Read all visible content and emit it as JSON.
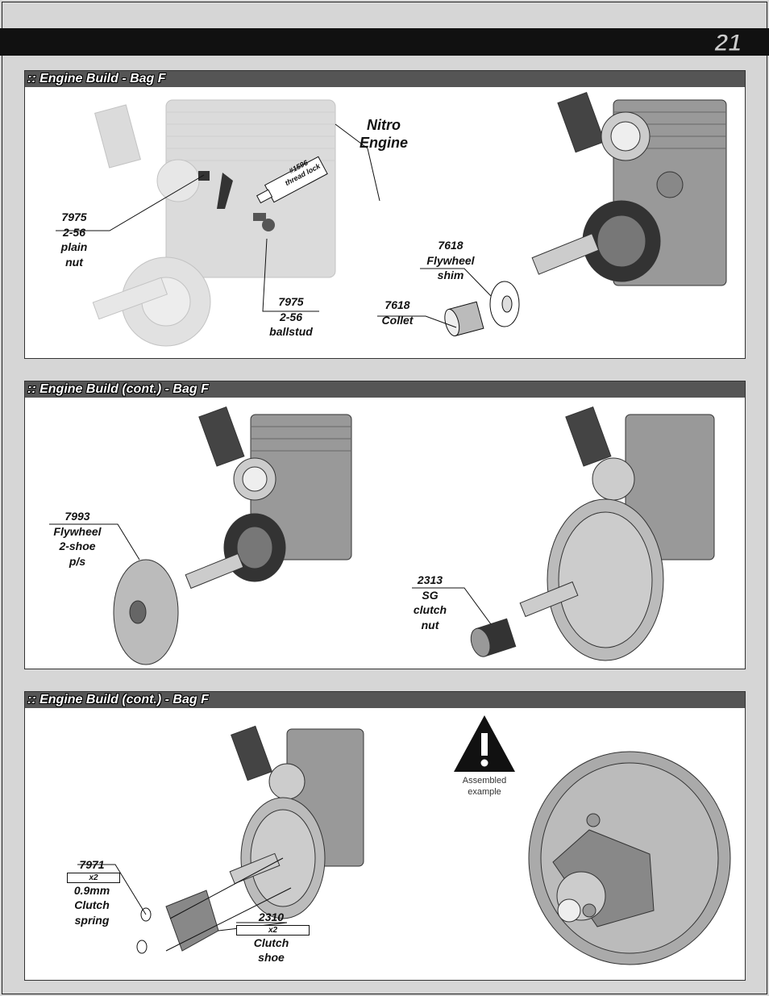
{
  "page": {
    "number": "21"
  },
  "panels": [
    {
      "title": ":: Engine Build - Bag F",
      "callouts": {
        "nitro": [
          "Nitro",
          "Engine"
        ],
        "thread_lock": [
          "#1596",
          "thread lock"
        ],
        "plain_nut": [
          "7975",
          "2-56",
          "plain",
          "nut"
        ],
        "ballstud": [
          "7975",
          "2-56",
          "ballstud"
        ],
        "shim": [
          "7618",
          "Flywheel",
          "shim"
        ],
        "collet": [
          "7618",
          "Collet"
        ]
      }
    },
    {
      "title": ":: Engine Build (cont.) - Bag F",
      "callouts": {
        "flywheel": [
          "7993",
          "Flywheel",
          "2-shoe",
          "p/s"
        ],
        "clutch_nut": [
          "2313",
          "SG",
          "clutch",
          "nut"
        ]
      }
    },
    {
      "title": ":: Engine Build (cont.) - Bag F",
      "callouts": {
        "spring": [
          "7971",
          "0.9mm",
          "Clutch",
          "spring"
        ],
        "spring_qty": "x2",
        "shoe": [
          "2310",
          "Clutch",
          "shoe"
        ],
        "shoe_qty": "x2",
        "note": [
          "Assembled",
          "example"
        ]
      }
    }
  ],
  "colors": {
    "header": "#111111",
    "title_bar": "#555555",
    "page_bg": "#d6d6d6"
  }
}
